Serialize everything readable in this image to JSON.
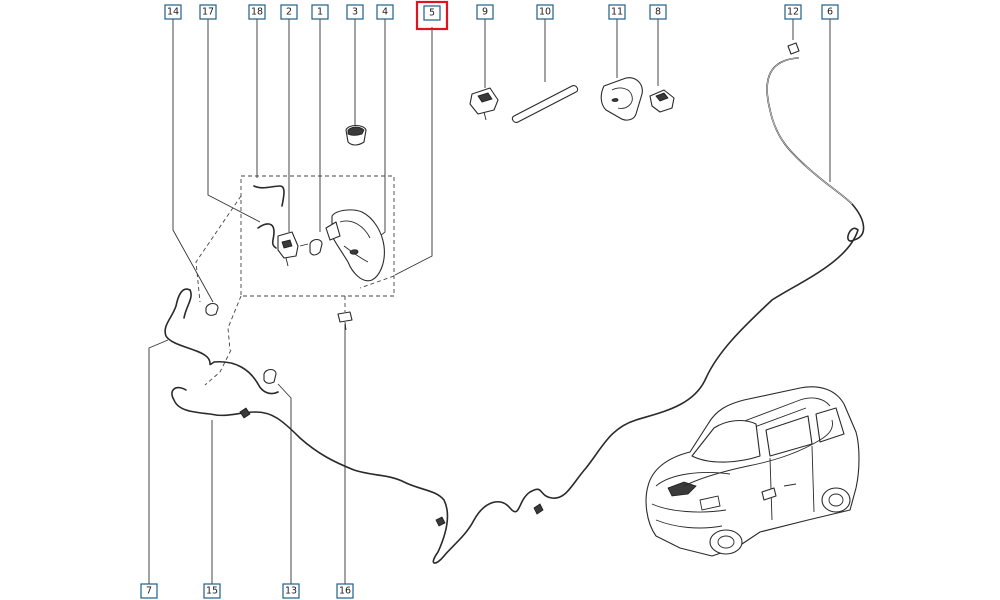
{
  "highlight_color": "#e0141e",
  "label_border_color": "#1f5f8a",
  "labels": {
    "l14": "14",
    "l17": "17",
    "l18": "18",
    "l2": "2",
    "l1": "1",
    "l3": "3",
    "l4": "4",
    "l5": "5",
    "l9": "9",
    "l10": "10",
    "l11": "11",
    "l8": "8",
    "l12": "12",
    "l6": "6",
    "l7": "7",
    "l15": "15",
    "l13": "13",
    "l16": "16"
  },
  "highlighted_label": "5"
}
